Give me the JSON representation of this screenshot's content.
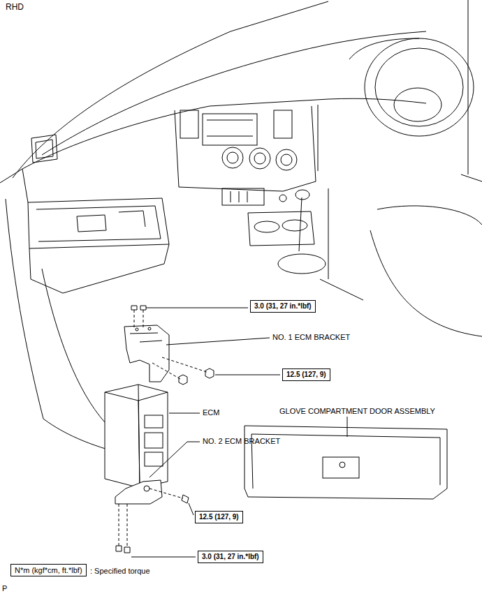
{
  "diagram": {
    "nodes": [
      {
        "text": [
          "3.0 (31, 27 in.*lbf)"
        ]
      },
      {
        "text": [
          "12.5 (127, 9)"
        ]
      },
      {
        "text": [
          "12.5 (127, 9)"
        ]
      },
      {
        "text": [
          "3.0 (31, 27 in.*lbf)"
        ]
      },
      {
        "text": [
          "N*m (kgf*cm, ft.*lbf)"
        ]
      }
    ],
    "labels": [
      "RHD",
      "NO. 1 ECM BRACKET",
      "ECM",
      "GLOVE COMPARTMENT DOOR ASSEMBLY",
      "NO. 2 ECM BRACKET",
      ": Specified torque",
      "P"
    ]
  }
}
